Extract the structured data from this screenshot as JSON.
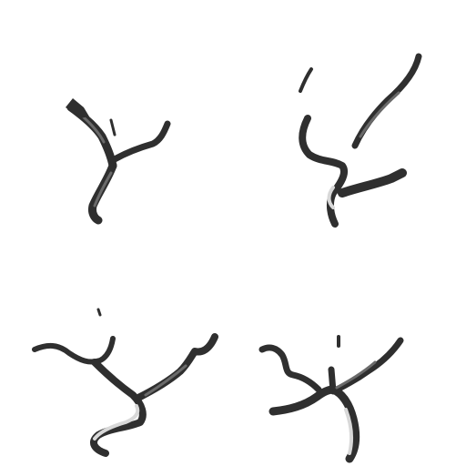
{
  "background_color": "#ffffff",
  "stroke_color": "#2f2f2f",
  "highlight_color": "#d8d8d8",
  "panels": [
    {
      "name": "glyph-top-left"
    },
    {
      "name": "glyph-top-right"
    },
    {
      "name": "glyph-bottom-left"
    },
    {
      "name": "glyph-bottom-right"
    }
  ]
}
